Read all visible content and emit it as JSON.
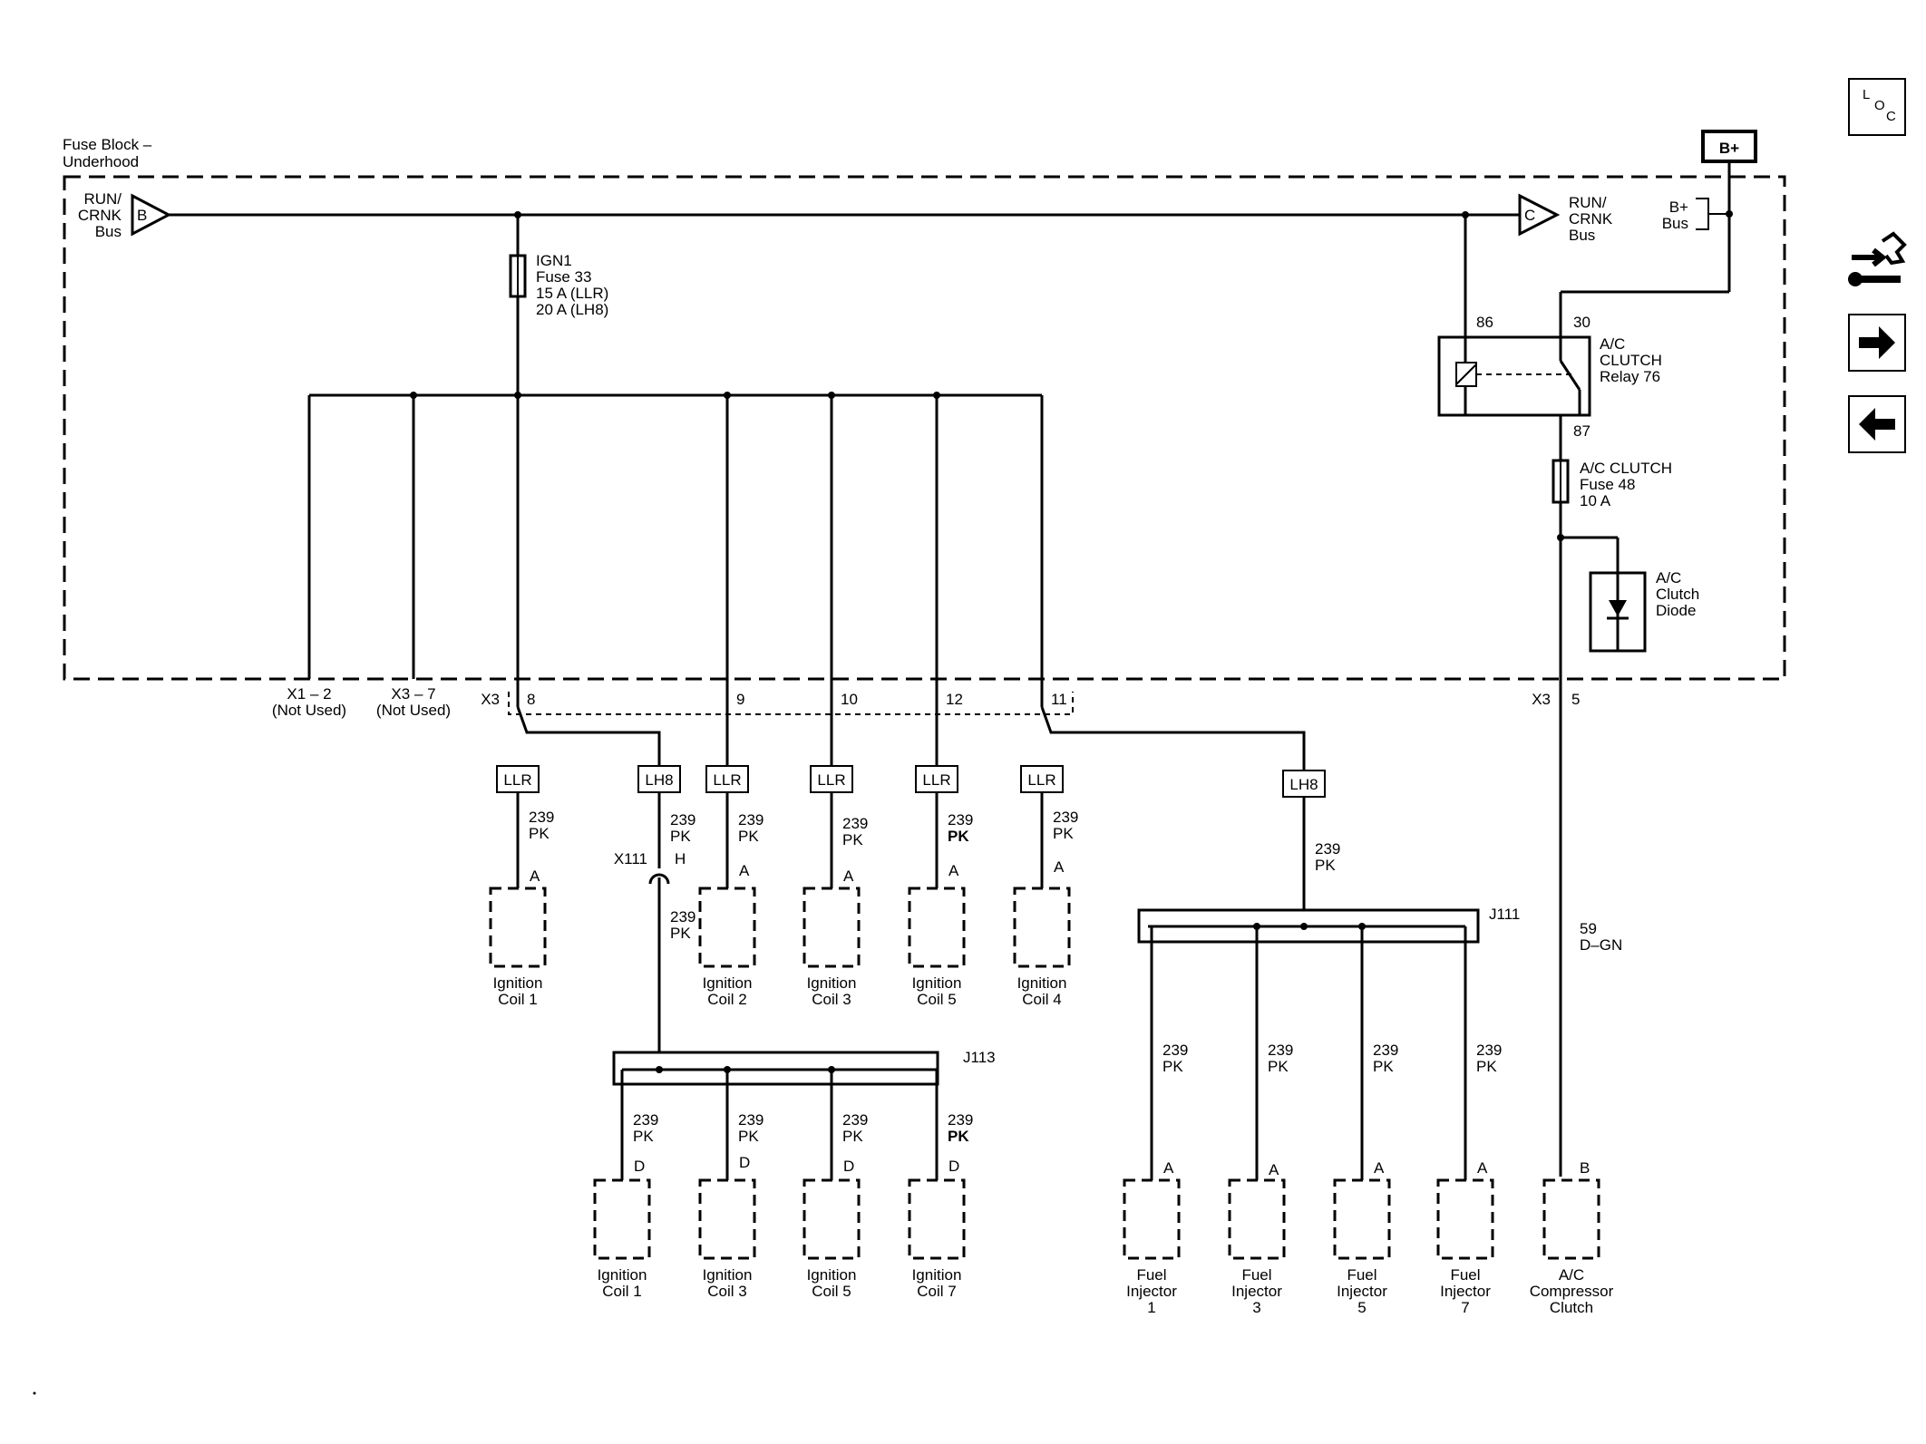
{
  "fuse_block": {
    "title1": "Fuse Block –",
    "title2": "Underhood"
  },
  "bplus_tag": "B+",
  "run_crnk_left": {
    "line1": "RUN/",
    "line2": "CRNK",
    "line3": "Bus",
    "pin": "B"
  },
  "run_crnk_right": {
    "line1": "RUN/",
    "line2": "CRNK",
    "line3": "Bus",
    "pin": "C"
  },
  "bplus_bus": {
    "line1": "B+",
    "line2": "Bus"
  },
  "fuse33": {
    "line1": "IGN1",
    "line2": "Fuse 33",
    "line3": "15 A (LLR)",
    "line4": "20 A (LH8)"
  },
  "relay": {
    "pin86": "86",
    "pin30": "30",
    "pin87": "87",
    "line1": "A/C",
    "line2": "CLUTCH",
    "line3": "Relay 76"
  },
  "fuse48": {
    "line1": "A/C CLUTCH",
    "line2": "Fuse 48",
    "line3": "10 A"
  },
  "diode": {
    "line1": "A/C",
    "line2": "Clutch",
    "line3": "Diode"
  },
  "connectors": {
    "x1_2": "X1 – 2",
    "x3_7": "X3 – 7",
    "not_used": "(Not Used)",
    "x3": "X3",
    "p8": "8",
    "p9": "9",
    "p10": "10",
    "p12": "12",
    "p11": "11",
    "x3b": "X3",
    "p5": "5"
  },
  "options": {
    "llr": "LLR",
    "lh8": "LH8"
  },
  "wire": {
    "num": "239",
    "color": "PK",
    "ac_num": "59",
    "ac_color": "D–GN"
  },
  "pins": {
    "a": "A",
    "b": "B",
    "d": "D",
    "h": "H"
  },
  "x111": "X111",
  "j113": "J113",
  "j111": "J111",
  "comp": {
    "ignition": "Ignition",
    "coil1": "Coil 1",
    "coil2": "Coil 2",
    "coil3": "Coil 3",
    "coil5": "Coil 5",
    "coil4": "Coil 4",
    "coil7": "Coil 7",
    "fuel": "Fuel",
    "injector": "Injector",
    "n1": "1",
    "n3": "3",
    "n5": "5",
    "n7": "7",
    "ac": "A/C",
    "compressor": "Compressor",
    "clutch": "Clutch"
  },
  "nav": {
    "loc_l": "L",
    "loc_o": "O",
    "loc_c": "C",
    "icons": [
      "loc-icon",
      "connector-tool-icon",
      "arrow-right-icon",
      "arrow-left-icon"
    ]
  }
}
